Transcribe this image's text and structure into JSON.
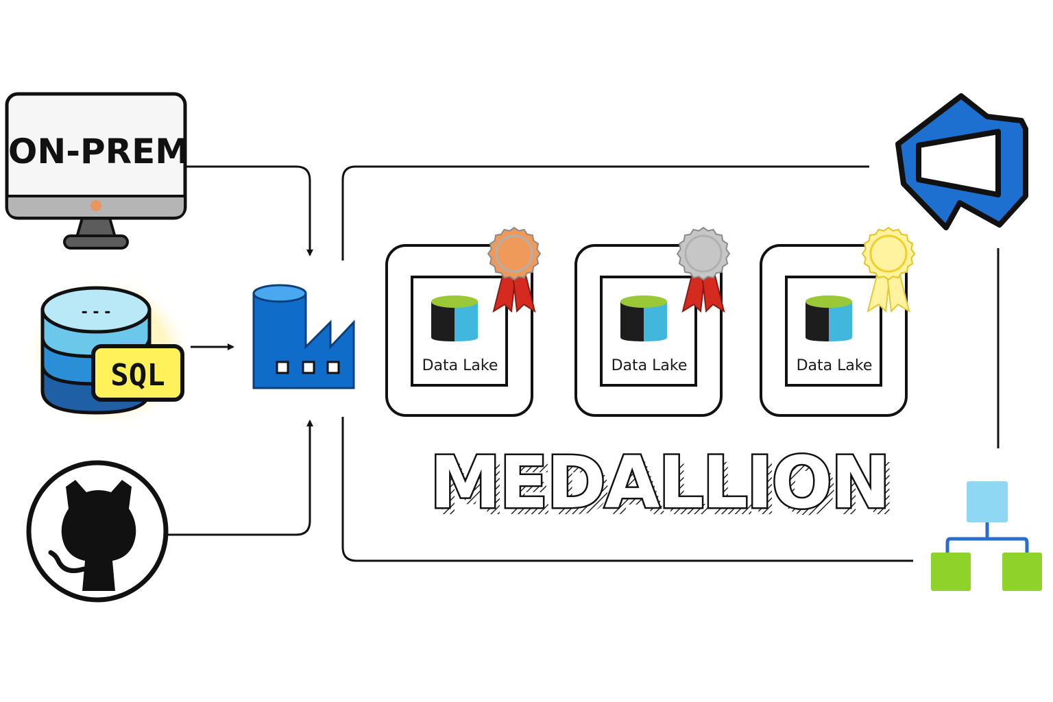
{
  "sources": {
    "onprem": {
      "label": "ON-PREM",
      "icon": "monitor-icon"
    },
    "sql": {
      "label": "SQL",
      "icon": "sql-database-icon",
      "db_dots": "- - -"
    },
    "github": {
      "icon": "github-octocat-icon"
    }
  },
  "ingestion": {
    "icon": "data-factory-icon"
  },
  "layers": [
    {
      "label": "Data Lake",
      "medal": "bronze",
      "medal_color": "#ef9a5a"
    },
    {
      "label": "Data Lake",
      "medal": "silver",
      "medal_color": "#c6c6c6"
    },
    {
      "label": "Data Lake",
      "medal": "gold",
      "medal_color": "#fff3a0"
    }
  ],
  "title": "MEDALLION",
  "devops": {
    "icon": "azure-devops-icon"
  },
  "hierarchy": {
    "icon": "hierarchy-icon"
  },
  "colors": {
    "azure_blue": "#0f6cc9",
    "lake_green": "#9bc837",
    "lake_cyan": "#41b7dd",
    "ribbon_red": "#d42a20"
  }
}
